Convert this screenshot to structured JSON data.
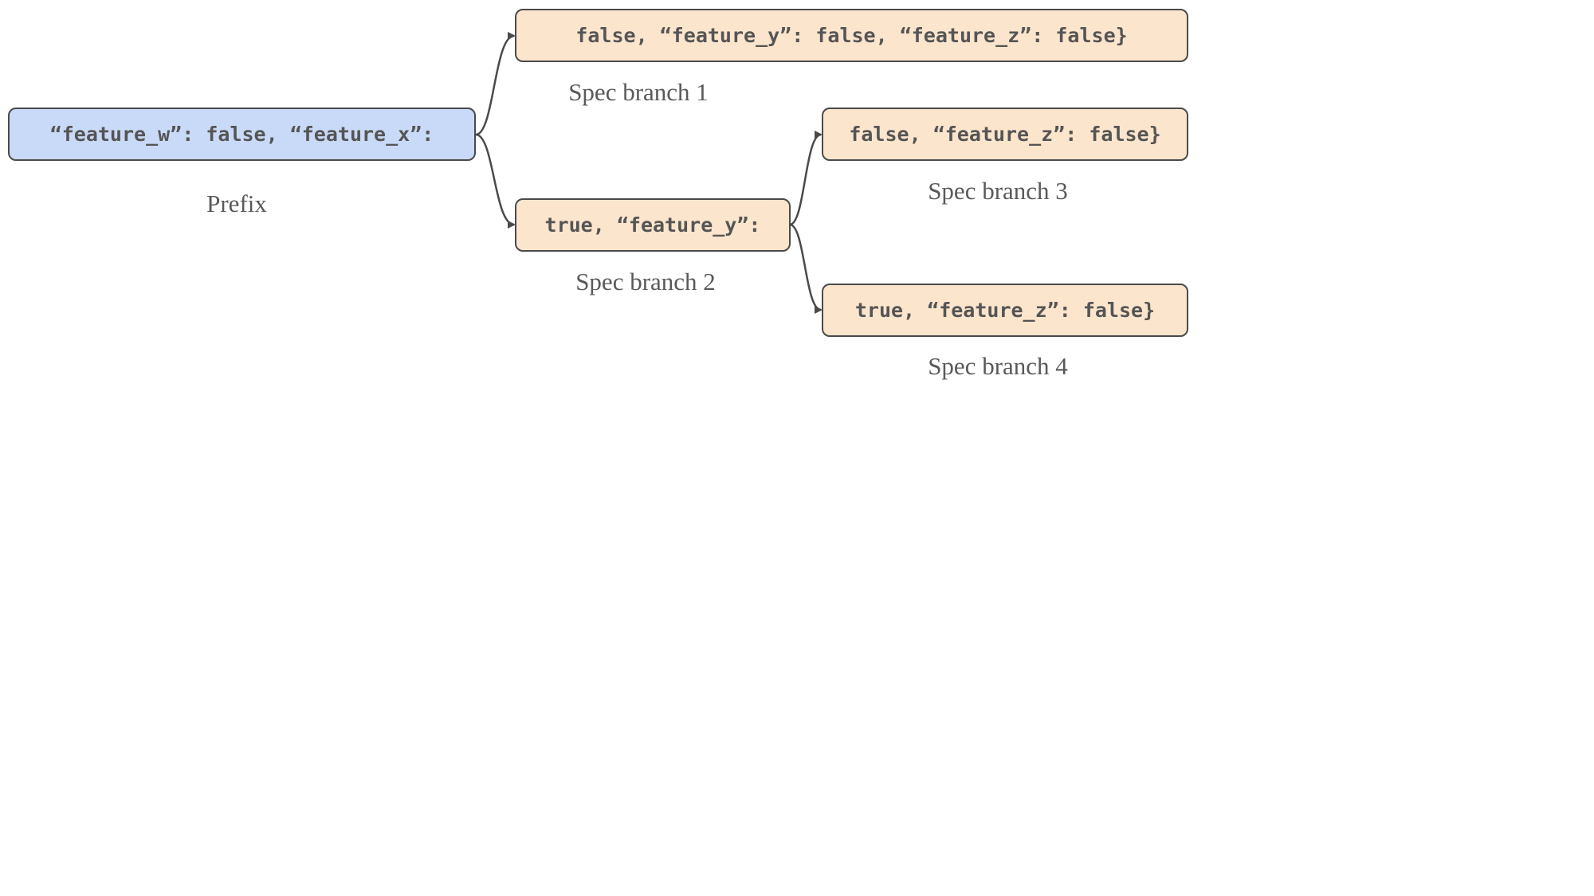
{
  "diagram": {
    "nodes": {
      "prefix": {
        "text": "“feature_w”: false, “feature_x”:",
        "caption": "Prefix"
      },
      "branch1": {
        "text": "false, “feature_y”: false, “feature_z”: false}",
        "caption": "Spec branch 1"
      },
      "branch2": {
        "text": "true, “feature_y”:",
        "caption": "Spec branch 2"
      },
      "branch3": {
        "text": "false, “feature_z”: false}",
        "caption": "Spec branch 3"
      },
      "branch4": {
        "text": "true, “feature_z”: false}",
        "caption": "Spec branch 4"
      }
    },
    "edges": [
      {
        "from": "prefix",
        "to": "branch1"
      },
      {
        "from": "prefix",
        "to": "branch2"
      },
      {
        "from": "branch2",
        "to": "branch3"
      },
      {
        "from": "branch2",
        "to": "branch4"
      }
    ],
    "colors": {
      "prefix_fill": "#c9daf8",
      "spec_fill": "#fce5cd",
      "stroke": "#4a4a4a",
      "text": "#555555"
    }
  }
}
